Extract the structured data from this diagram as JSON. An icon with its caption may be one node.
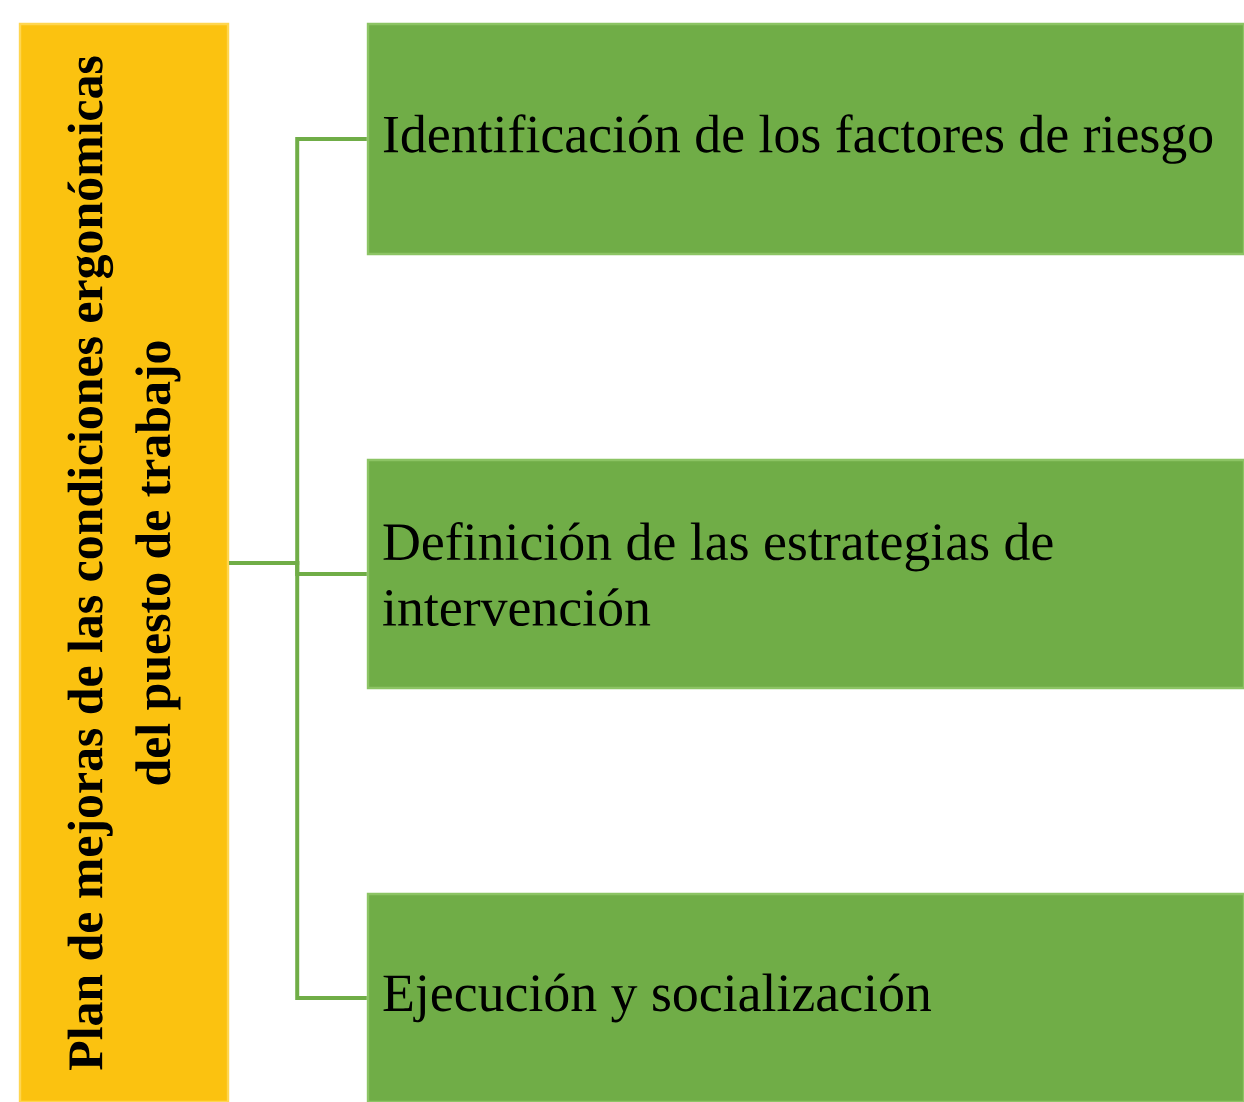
{
  "diagram": {
    "nodes": [
      {
        "text": [
          "Plan de mejoras de las condiciones ergonómicas del puesto de trabajo"
        ]
      },
      {
        "text": [
          "Identificación de los factores de riesgo"
        ]
      },
      {
        "text": [
          "Definición de las estrategias de intervención"
        ]
      },
      {
        "text": [
          "Ejecución y socialización"
        ]
      }
    ],
    "edges": [
      {
        "from": 0,
        "to": 1,
        "arrow": "none"
      },
      {
        "from": 0,
        "to": 2,
        "arrow": "none"
      },
      {
        "from": 0,
        "to": 3,
        "arrow": "none"
      }
    ]
  }
}
